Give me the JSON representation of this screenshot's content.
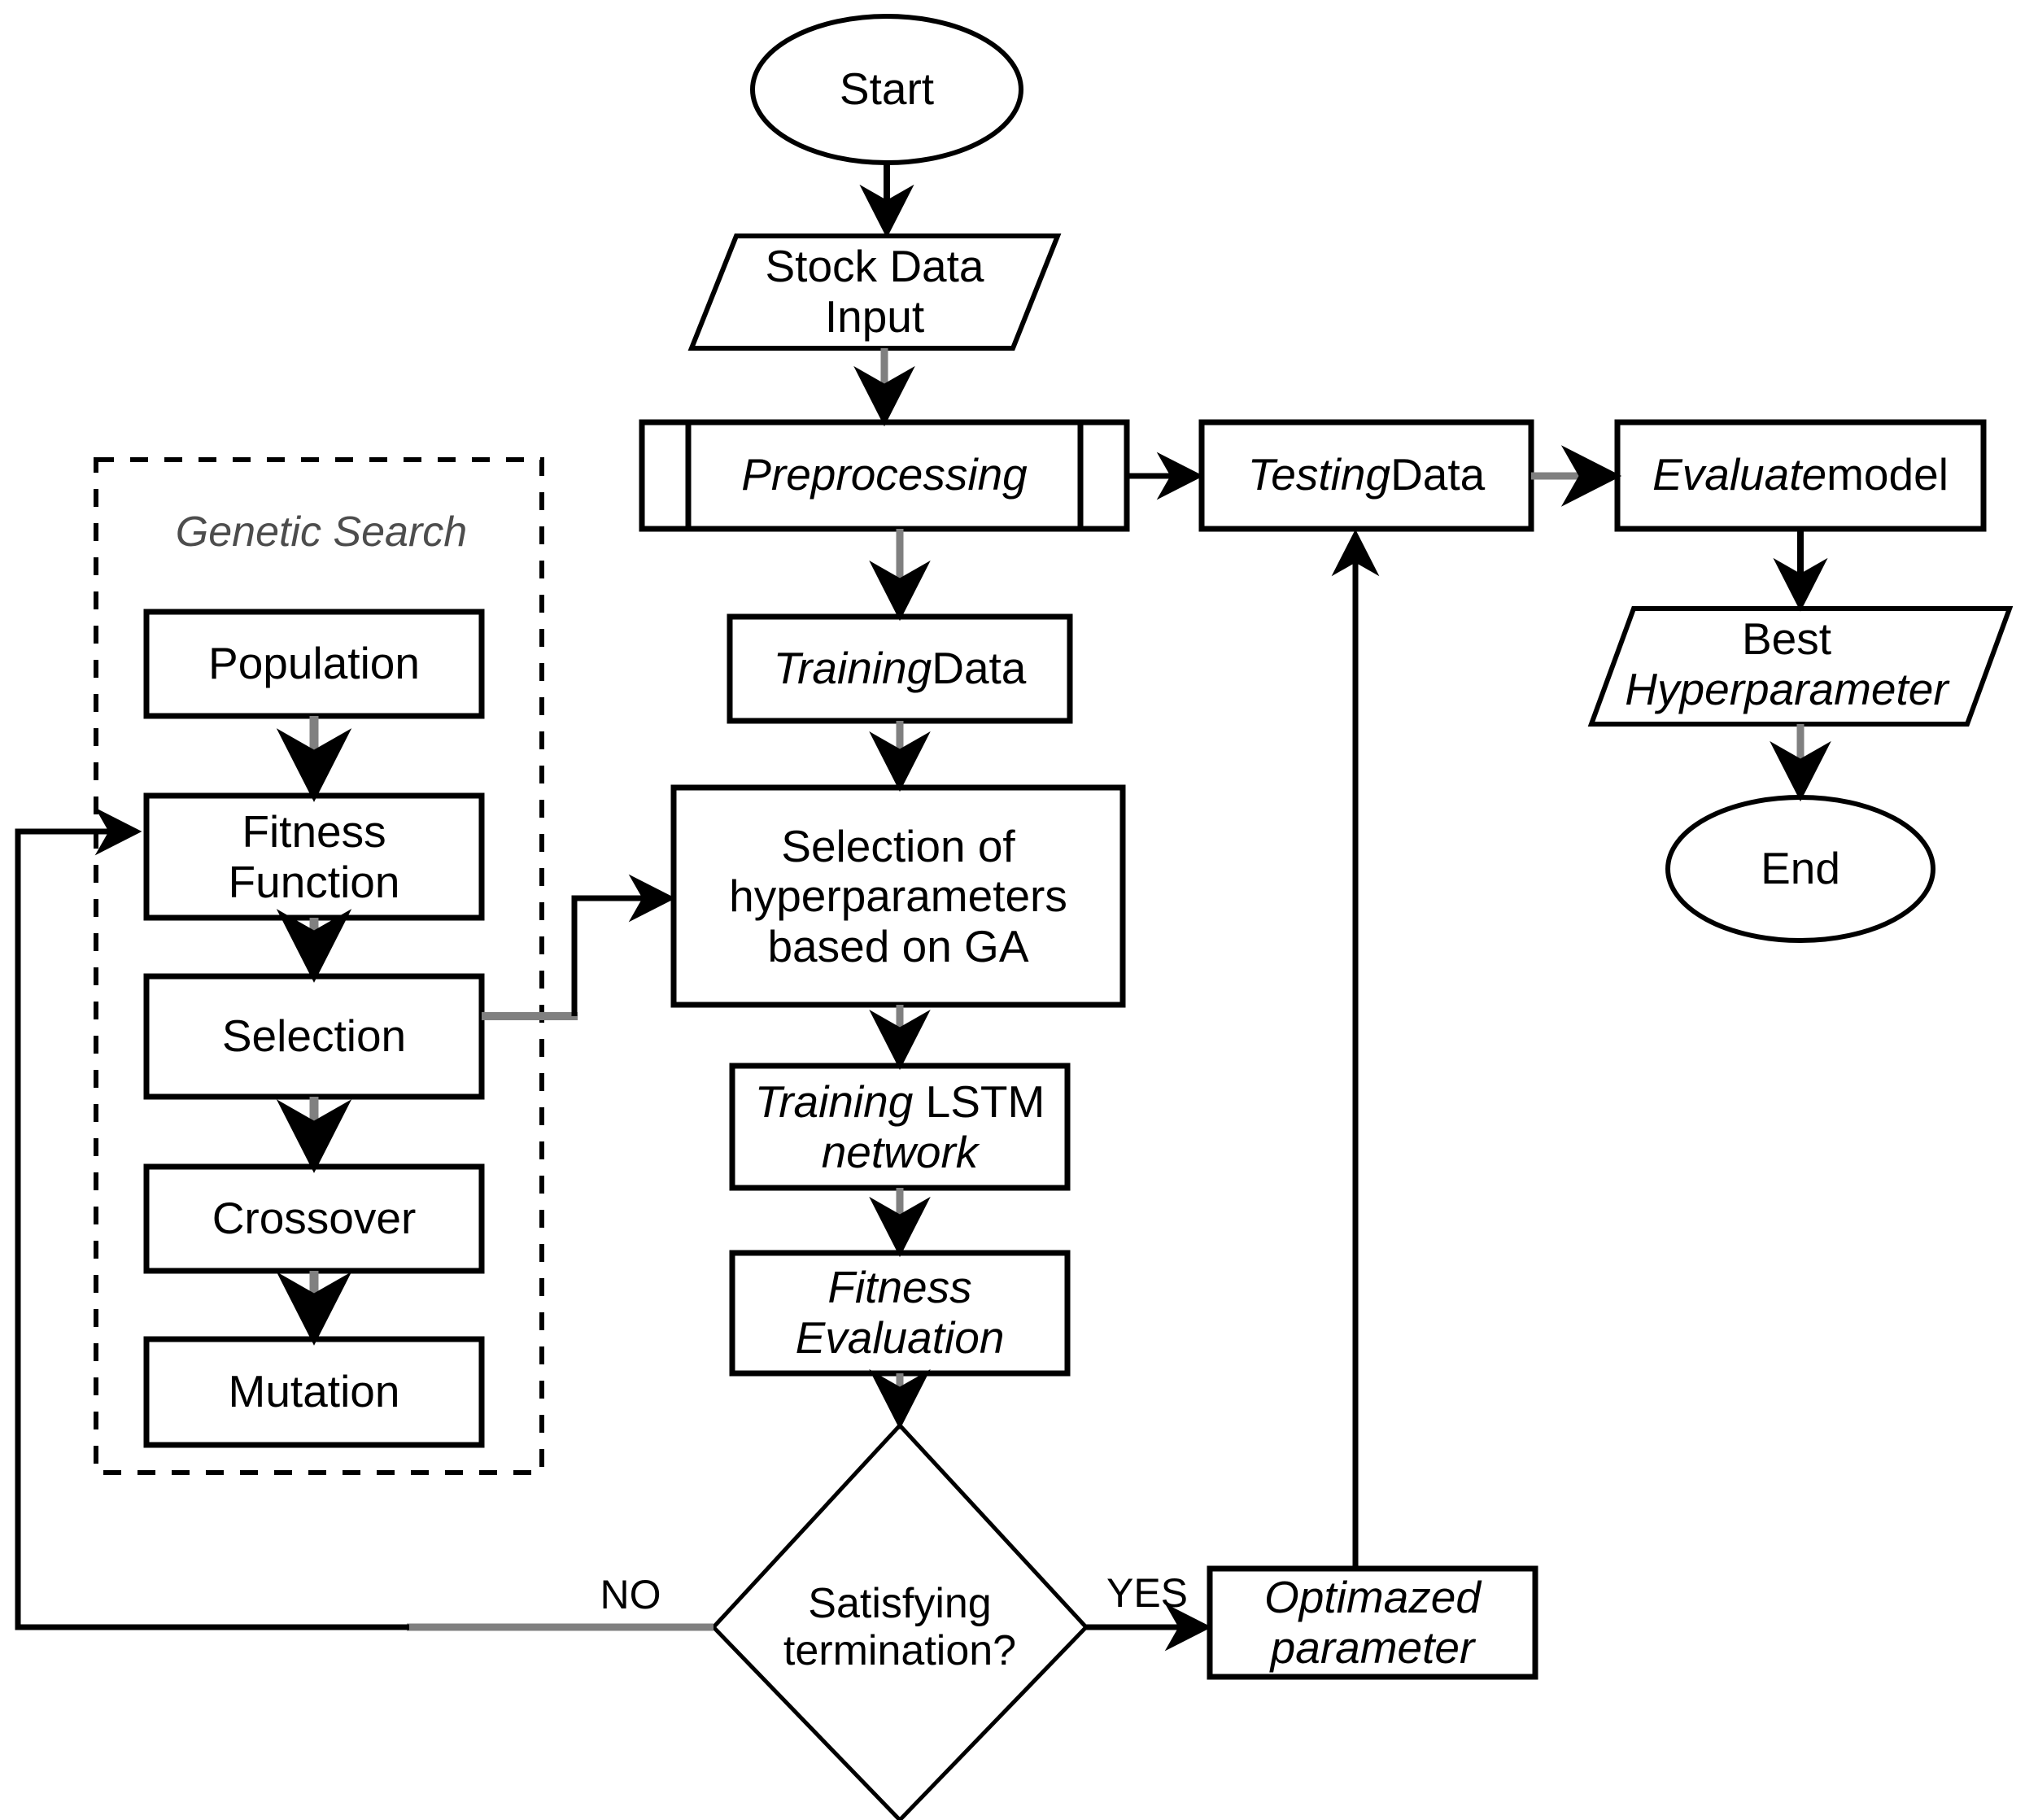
{
  "diagram": {
    "title": "GA-LSTM hyperparameter optimization flowchart",
    "colors": {
      "stroke_black": "#000000",
      "stroke_gray": "#808080",
      "text_gray": "#4d4d4d",
      "background": "#ffffff"
    }
  },
  "nodes": {
    "start": {
      "label": "Start",
      "shape": "ellipse"
    },
    "stock_data_input": {
      "label": "Stock Data\nInput",
      "shape": "parallelogram"
    },
    "preprocessing": {
      "label": "Preprocessing",
      "shape": "predefined-process",
      "italic": true
    },
    "training_data": {
      "label_italic": "Training",
      "label_plain": " Data",
      "shape": "process"
    },
    "testing_data": {
      "label_italic": "Testing",
      "label_plain": " Data",
      "shape": "process"
    },
    "evaluate_model": {
      "label_italic": "Evaluate",
      "label_plain": " model",
      "shape": "process"
    },
    "best_hyperparameter": {
      "label_plain": "Best",
      "label_italic": "Hyperparameter",
      "shape": "parallelogram"
    },
    "end": {
      "label": "End",
      "shape": "ellipse"
    },
    "selection_of_hyperparameters": {
      "label": "Selection of\nhyperparameters\nbased on GA",
      "shape": "process"
    },
    "training_lstm_network": {
      "label_italic_1": "Training",
      "label_plain": " LSTM",
      "label_italic_2": "network",
      "shape": "process"
    },
    "fitness_evaluation": {
      "label": "Fitness\nEvaluation",
      "shape": "process",
      "italic": true
    },
    "satisfying_termination": {
      "label": "Satisfying\ntermination?",
      "shape": "diamond"
    },
    "optimazed_parameter": {
      "label": "Optimazed\nparameter",
      "shape": "process",
      "italic": true
    }
  },
  "genetic_search": {
    "group_label": "Genetic Search",
    "group_shape": "dashed-container",
    "steps": [
      {
        "label": "Population"
      },
      {
        "label": "Fitness\nFunction"
      },
      {
        "label": "Selection"
      },
      {
        "label": "Crossover"
      },
      {
        "label": "Mutation"
      }
    ]
  },
  "edge_labels": {
    "no": "NO",
    "yes": "YES"
  }
}
